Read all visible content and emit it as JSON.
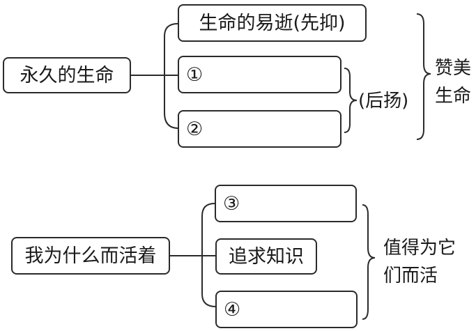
{
  "top": {
    "root": "永久的生命",
    "branch_a": "生命的易逝(先抑)",
    "branch_b": "①",
    "branch_c": "②",
    "group_label": "(后扬)",
    "summary_line1": "赞美",
    "summary_line2": "生命"
  },
  "bottom": {
    "root": "我为什么而活着",
    "branch_a": "③",
    "branch_b": "追求知识",
    "branch_c": "④",
    "summary_line1": "值得为它",
    "summary_line2": "们而活"
  },
  "colors": {
    "line": "#2a2a2a",
    "text": "#1a1a1a",
    "background": "#ffffff"
  }
}
